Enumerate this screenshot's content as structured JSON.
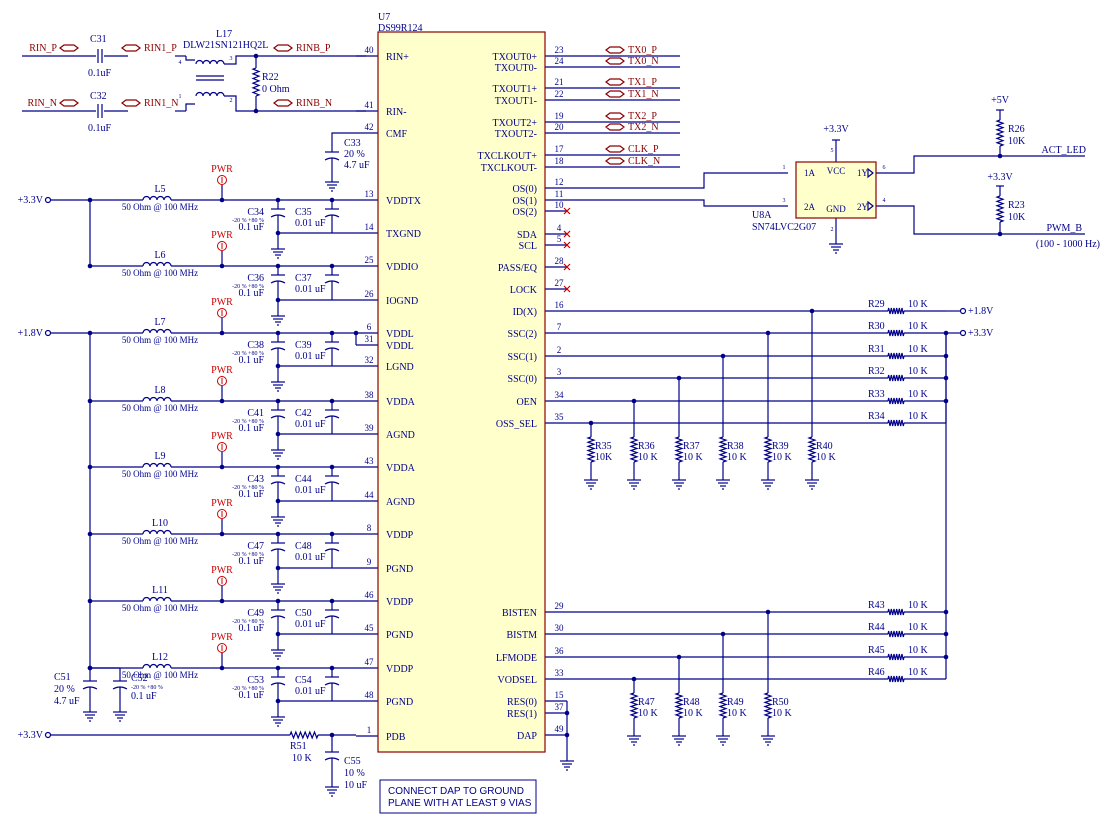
{
  "ic": {
    "refdes": "U7",
    "part": "DS99R124",
    "left_pins": [
      {
        "num": "40",
        "name": "RIN+"
      },
      {
        "num": "41",
        "name": "RIN-"
      },
      {
        "num": "42",
        "name": "CMF"
      },
      {
        "num": "13",
        "name": "VDDTX"
      },
      {
        "num": "14",
        "name": "TXGND"
      },
      {
        "num": "25",
        "name": "VDDIO"
      },
      {
        "num": "26",
        "name": "IOGND"
      },
      {
        "num": "6",
        "name": "VDDL"
      },
      {
        "num": "31",
        "name": "VDDL"
      },
      {
        "num": "32",
        "name": "LGND"
      },
      {
        "num": "38",
        "name": "VDDA"
      },
      {
        "num": "39",
        "name": "AGND"
      },
      {
        "num": "43",
        "name": "VDDA"
      },
      {
        "num": "44",
        "name": "AGND"
      },
      {
        "num": "8",
        "name": "VDDP"
      },
      {
        "num": "9",
        "name": "PGND"
      },
      {
        "num": "46",
        "name": "VDDP"
      },
      {
        "num": "45",
        "name": "PGND"
      },
      {
        "num": "47",
        "name": "VDDP"
      },
      {
        "num": "48",
        "name": "PGND"
      },
      {
        "num": "1",
        "name": "PDB"
      }
    ],
    "right_pins": [
      {
        "num": "23",
        "name": "TXOUT0+"
      },
      {
        "num": "24",
        "name": "TXOUT0-"
      },
      {
        "num": "21",
        "name": "TXOUT1+"
      },
      {
        "num": "22",
        "name": "TXOUT1-"
      },
      {
        "num": "19",
        "name": "TXOUT2+"
      },
      {
        "num": "20",
        "name": "TXOUT2-"
      },
      {
        "num": "17",
        "name": "TXCLKOUT+"
      },
      {
        "num": "18",
        "name": "TXCLKOUT-"
      },
      {
        "num": "12",
        "name": "OS(0)"
      },
      {
        "num": "11",
        "name": "OS(1)"
      },
      {
        "num": "10",
        "name": "OS(2)"
      },
      {
        "num": "4",
        "name": "SDA"
      },
      {
        "num": "5",
        "name": "SCL"
      },
      {
        "num": "28",
        "name": "PASS/EQ"
      },
      {
        "num": "27",
        "name": "LOCK"
      },
      {
        "num": "16",
        "name": "ID(X)"
      },
      {
        "num": "7",
        "name": "SSC(2)"
      },
      {
        "num": "2",
        "name": "SSC(1)"
      },
      {
        "num": "3",
        "name": "SSC(0)"
      },
      {
        "num": "34",
        "name": "OEN"
      },
      {
        "num": "35",
        "name": "OSS_SEL"
      },
      {
        "num": "29",
        "name": "BISTEN"
      },
      {
        "num": "30",
        "name": "BISTM"
      },
      {
        "num": "36",
        "name": "LFMODE"
      },
      {
        "num": "33",
        "name": "VODSEL"
      },
      {
        "num": "15",
        "name": "RES(0)"
      },
      {
        "num": "37",
        "name": "RES(1)"
      },
      {
        "num": "49",
        "name": "DAP"
      }
    ]
  },
  "input": {
    "nets": [
      "RIN_P",
      "RIN1_P",
      "RINB_P",
      "RIN_N",
      "RIN1_N",
      "RINB_N"
    ],
    "c31": {
      "ref": "C31",
      "val": "0.1uF"
    },
    "c32": {
      "ref": "C32",
      "val": "0.1uF"
    },
    "l17": {
      "ref": "L17",
      "part": "DLW21SN121HQ2L",
      "pins": [
        "4",
        "3",
        "1",
        "2"
      ]
    },
    "r22": {
      "ref": "R22",
      "val": "0 Ohm"
    },
    "c33": {
      "ref": "C33",
      "tol": "20 %",
      "val": "4.7 uF"
    }
  },
  "rails": {
    "v33": "+3.3V",
    "v18": "+1.8V",
    "v5": "+5V"
  },
  "pwr_label": "PWR",
  "ferrite_val": "50 Ohm @ 100 MHz",
  "cap_tol": "-20 % +80 %",
  "cap_big": "0.1 uF",
  "cap_small": "0.01 uF",
  "filters": [
    {
      "l": "L5",
      "ca": "C34",
      "cb": "C35"
    },
    {
      "l": "L6",
      "ca": "C36",
      "cb": "C37"
    },
    {
      "l": "L7",
      "ca": "C38",
      "cb": "C39"
    },
    {
      "l": "L8",
      "ca": "C41",
      "cb": "C42"
    },
    {
      "l": "L9",
      "ca": "C43",
      "cb": "C44"
    },
    {
      "l": "L10",
      "ca": "C47",
      "cb": "C48"
    },
    {
      "l": "L11",
      "ca": "C49",
      "cb": "C50"
    },
    {
      "l": "L12",
      "ca": "C53",
      "cb": "C54"
    }
  ],
  "c51": {
    "ref": "C51",
    "tol": "20 %",
    "val": "4.7 uF"
  },
  "c52": {
    "ref": "C52",
    "tol": "-20 % +80 %",
    "val": "0.1 uF"
  },
  "r51": {
    "ref": "R51",
    "val": "10 K"
  },
  "c55": {
    "ref": "C55",
    "tol": "10 %",
    "val": "10 uF"
  },
  "outputs": [
    "TX0_P",
    "TX0_N",
    "TX1_P",
    "TX1_N",
    "TX2_P",
    "TX2_N",
    "CLK_P",
    "CLK_N"
  ],
  "buffer": {
    "ref": "U8A",
    "part": "SN74LVC2G07",
    "rail": "+3.3V",
    "pins": {
      "a1": "1A",
      "a2": "2A",
      "vcc": "VCC",
      "gnd": "GND",
      "y1": "1Y",
      "y2": "2Y"
    },
    "nums": {
      "a1": "1",
      "a2": "3",
      "vcc": "5",
      "gnd": "2",
      "y1": "6",
      "y2": "4"
    }
  },
  "r26": {
    "ref": "R26",
    "val": "10K"
  },
  "r23": {
    "ref": "R23",
    "val": "10K"
  },
  "act_led": "ACT_LED",
  "pwm_b": "PWM_B",
  "pwm_range": "(100 - 1000 Hz)",
  "pullups": [
    {
      "ref": "R29",
      "val": "10 K"
    },
    {
      "ref": "R30",
      "val": "10 K"
    },
    {
      "ref": "R31",
      "val": "10 K"
    },
    {
      "ref": "R32",
      "val": "10 K"
    },
    {
      "ref": "R33",
      "val": "10 K"
    },
    {
      "ref": "R34",
      "val": "10 K"
    },
    {
      "ref": "R43",
      "val": "10 K"
    },
    {
      "ref": "R44",
      "val": "10 K"
    },
    {
      "ref": "R45",
      "val": "10 K"
    },
    {
      "ref": "R46",
      "val": "10 K"
    }
  ],
  "pulldowns_top": [
    {
      "ref": "R35",
      "val": "10K"
    },
    {
      "ref": "R36",
      "val": "10 K"
    },
    {
      "ref": "R37",
      "val": "10 K"
    },
    {
      "ref": "R38",
      "val": "10 K"
    },
    {
      "ref": "R39",
      "val": "10 K"
    },
    {
      "ref": "R40",
      "val": "10 K"
    }
  ],
  "pulldowns_bottom": [
    {
      "ref": "R47",
      "val": "10 K"
    },
    {
      "ref": "R48",
      "val": "10 K"
    },
    {
      "ref": "R49",
      "val": "10 K"
    },
    {
      "ref": "R50",
      "val": "10 K"
    }
  ],
  "note": [
    "CONNECT DAP TO GROUND",
    "PLANE WITH AT LEAST 9 VIAS"
  ]
}
